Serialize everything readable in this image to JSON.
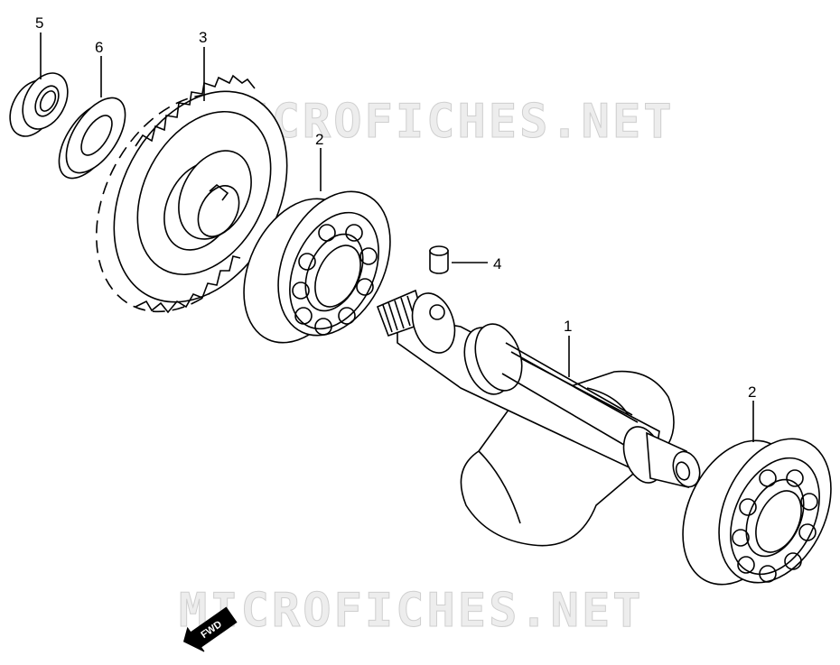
{
  "watermarks": [
    "MICROFICHES.NET",
    "MICROFICHES.NET"
  ],
  "fwd_label": "FWD",
  "callouts": [
    "5",
    "6",
    "3",
    "2",
    "4",
    "1",
    "2"
  ]
}
